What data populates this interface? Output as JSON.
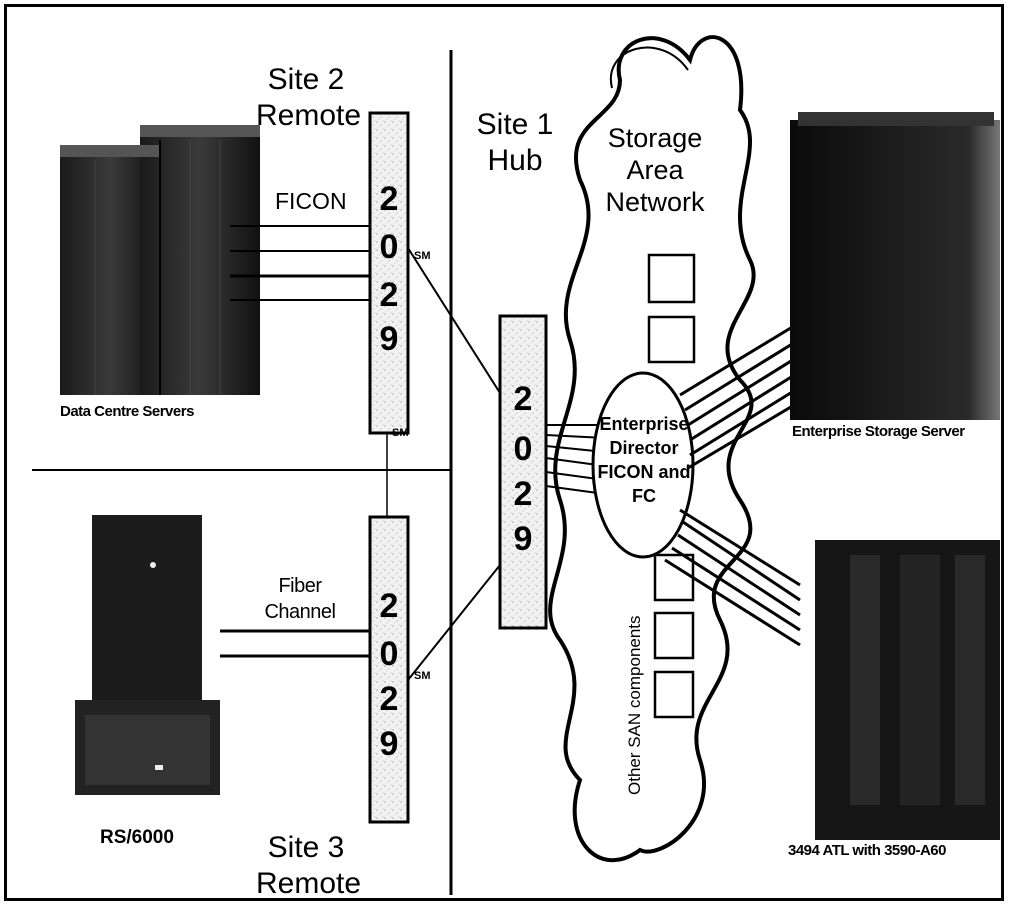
{
  "sites": {
    "site2": {
      "line1": "Site 2",
      "line2": "Remote"
    },
    "site1": {
      "line1": "Site 1",
      "line2": "Hub"
    },
    "site3": {
      "line1": "Site 3",
      "line2": "Remote"
    }
  },
  "mux_units": {
    "site2_digits": [
      "2",
      "0",
      "2",
      "9"
    ],
    "hub_digits": [
      "2",
      "0",
      "2",
      "9"
    ],
    "site3_digits": [
      "2",
      "0",
      "2",
      "9"
    ]
  },
  "links": {
    "ficon_label": "FICON",
    "fiber_channel_line1": "Fiber",
    "fiber_channel_line2": "Channel",
    "sm_labels": [
      "SM",
      "SM",
      "SM"
    ]
  },
  "cloud": {
    "title_line1": "Storage",
    "title_line2": "Area",
    "title_line3": "Network",
    "director_line1": "Enterprise",
    "director_line2": "Director",
    "director_line3": "FICON and",
    "director_line4": "FC",
    "other_components": "Other SAN components"
  },
  "devices": {
    "data_centre": "Data Centre Servers",
    "rs6000": "RS/6000",
    "ess": "Enterprise Storage Server",
    "atl": "3494 ATL with 3590-A60"
  }
}
